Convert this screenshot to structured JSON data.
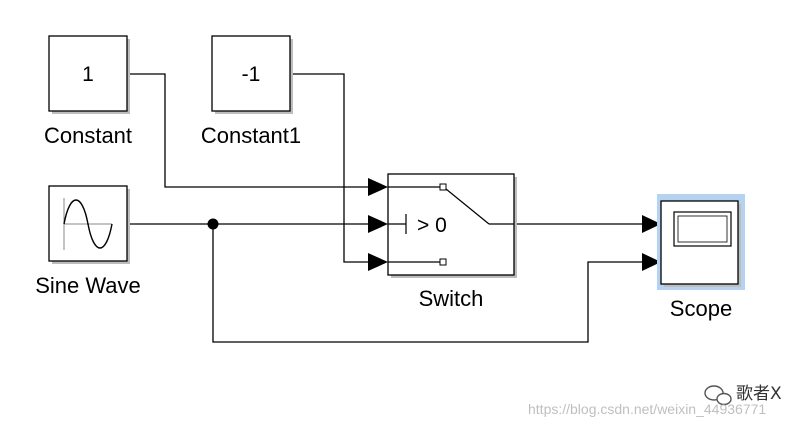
{
  "blocks": {
    "constant": {
      "value": "1",
      "label": "Constant"
    },
    "constant1": {
      "value": "-1",
      "label": "Constant1"
    },
    "sine_wave": {
      "label": "Sine Wave"
    },
    "switch": {
      "threshold": "> 0",
      "label": "Switch"
    },
    "scope": {
      "label": "Scope"
    }
  },
  "colors": {
    "scope_highlight": "#b5d3f0",
    "wire": "#000000"
  },
  "watermark": {
    "name": "歌者X",
    "url": "https://blog.csdn.net/weixin_44936771"
  }
}
